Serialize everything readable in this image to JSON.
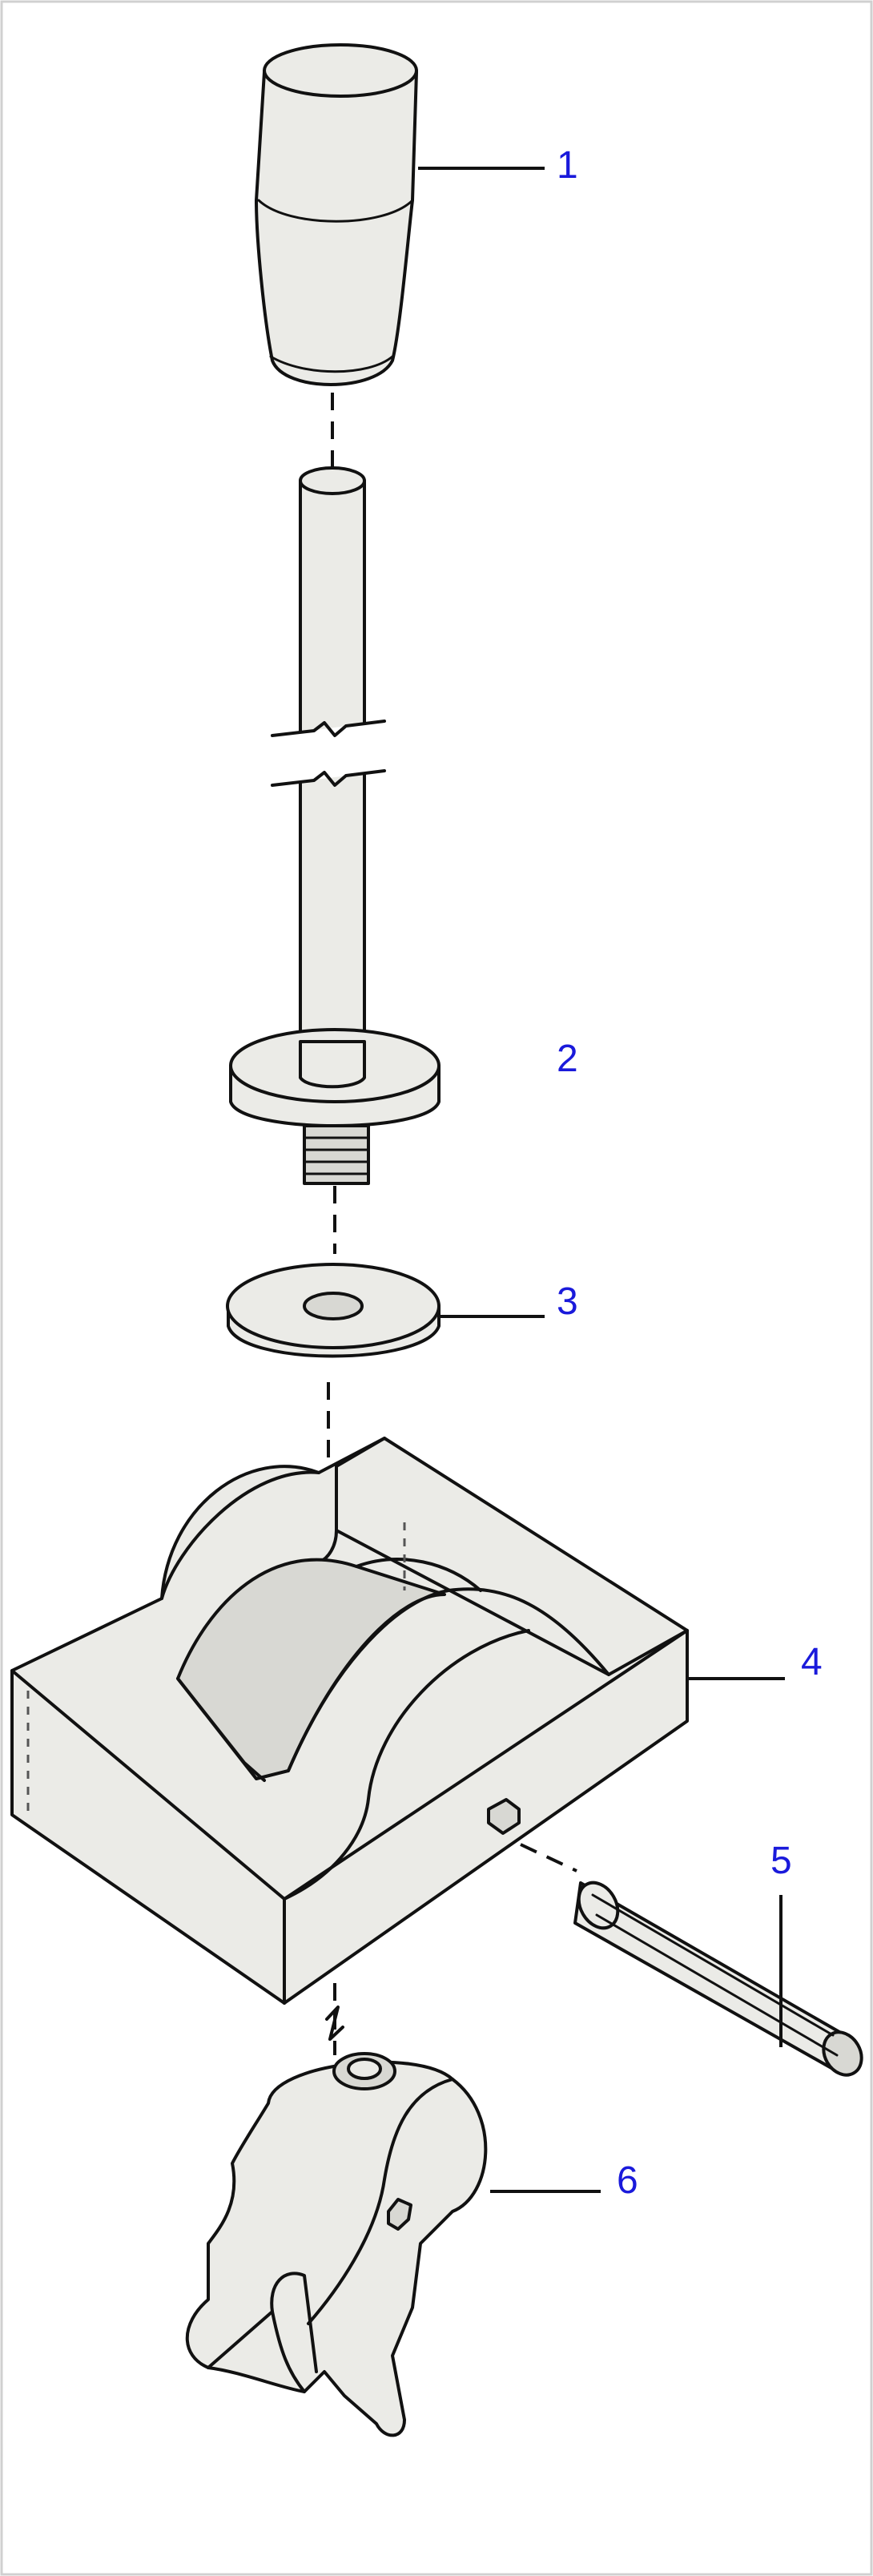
{
  "diagram": {
    "callouts": [
      {
        "label": "1",
        "part": "knob"
      },
      {
        "label": "2",
        "part": "lever"
      },
      {
        "label": "3",
        "part": "washer"
      },
      {
        "label": "4",
        "part": "bracket"
      },
      {
        "label": "5",
        "part": "pin"
      },
      {
        "label": "6",
        "part": "lever-arm"
      }
    ],
    "colors": {
      "callout_text": "#1a1adb",
      "outline": "#111111",
      "part_fill": "#ebebe7"
    }
  }
}
